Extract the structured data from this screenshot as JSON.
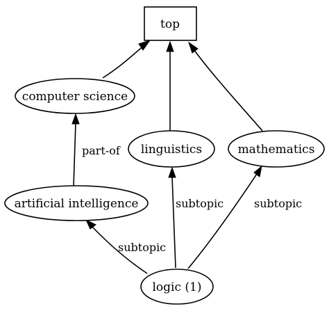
{
  "diagram": {
    "nodes": {
      "top": {
        "label": "top"
      },
      "computer_science": {
        "label": "computer science"
      },
      "linguistics": {
        "label": "linguistics"
      },
      "mathematics": {
        "label": "mathematics"
      },
      "artificial_intelligence": {
        "label": "artificial intelligence"
      },
      "logic": {
        "label": "logic (1)"
      }
    },
    "edges": [
      {
        "from": "computer_science",
        "to": "top",
        "label": ""
      },
      {
        "from": "linguistics",
        "to": "top",
        "label": ""
      },
      {
        "from": "mathematics",
        "to": "top",
        "label": ""
      },
      {
        "from": "artificial_intelligence",
        "to": "computer_science",
        "label": "part-of"
      },
      {
        "from": "logic",
        "to": "artificial_intelligence",
        "label": "subtopic"
      },
      {
        "from": "logic",
        "to": "linguistics",
        "label": "subtopic"
      },
      {
        "from": "logic",
        "to": "mathematics",
        "label": "subtopic"
      }
    ]
  }
}
